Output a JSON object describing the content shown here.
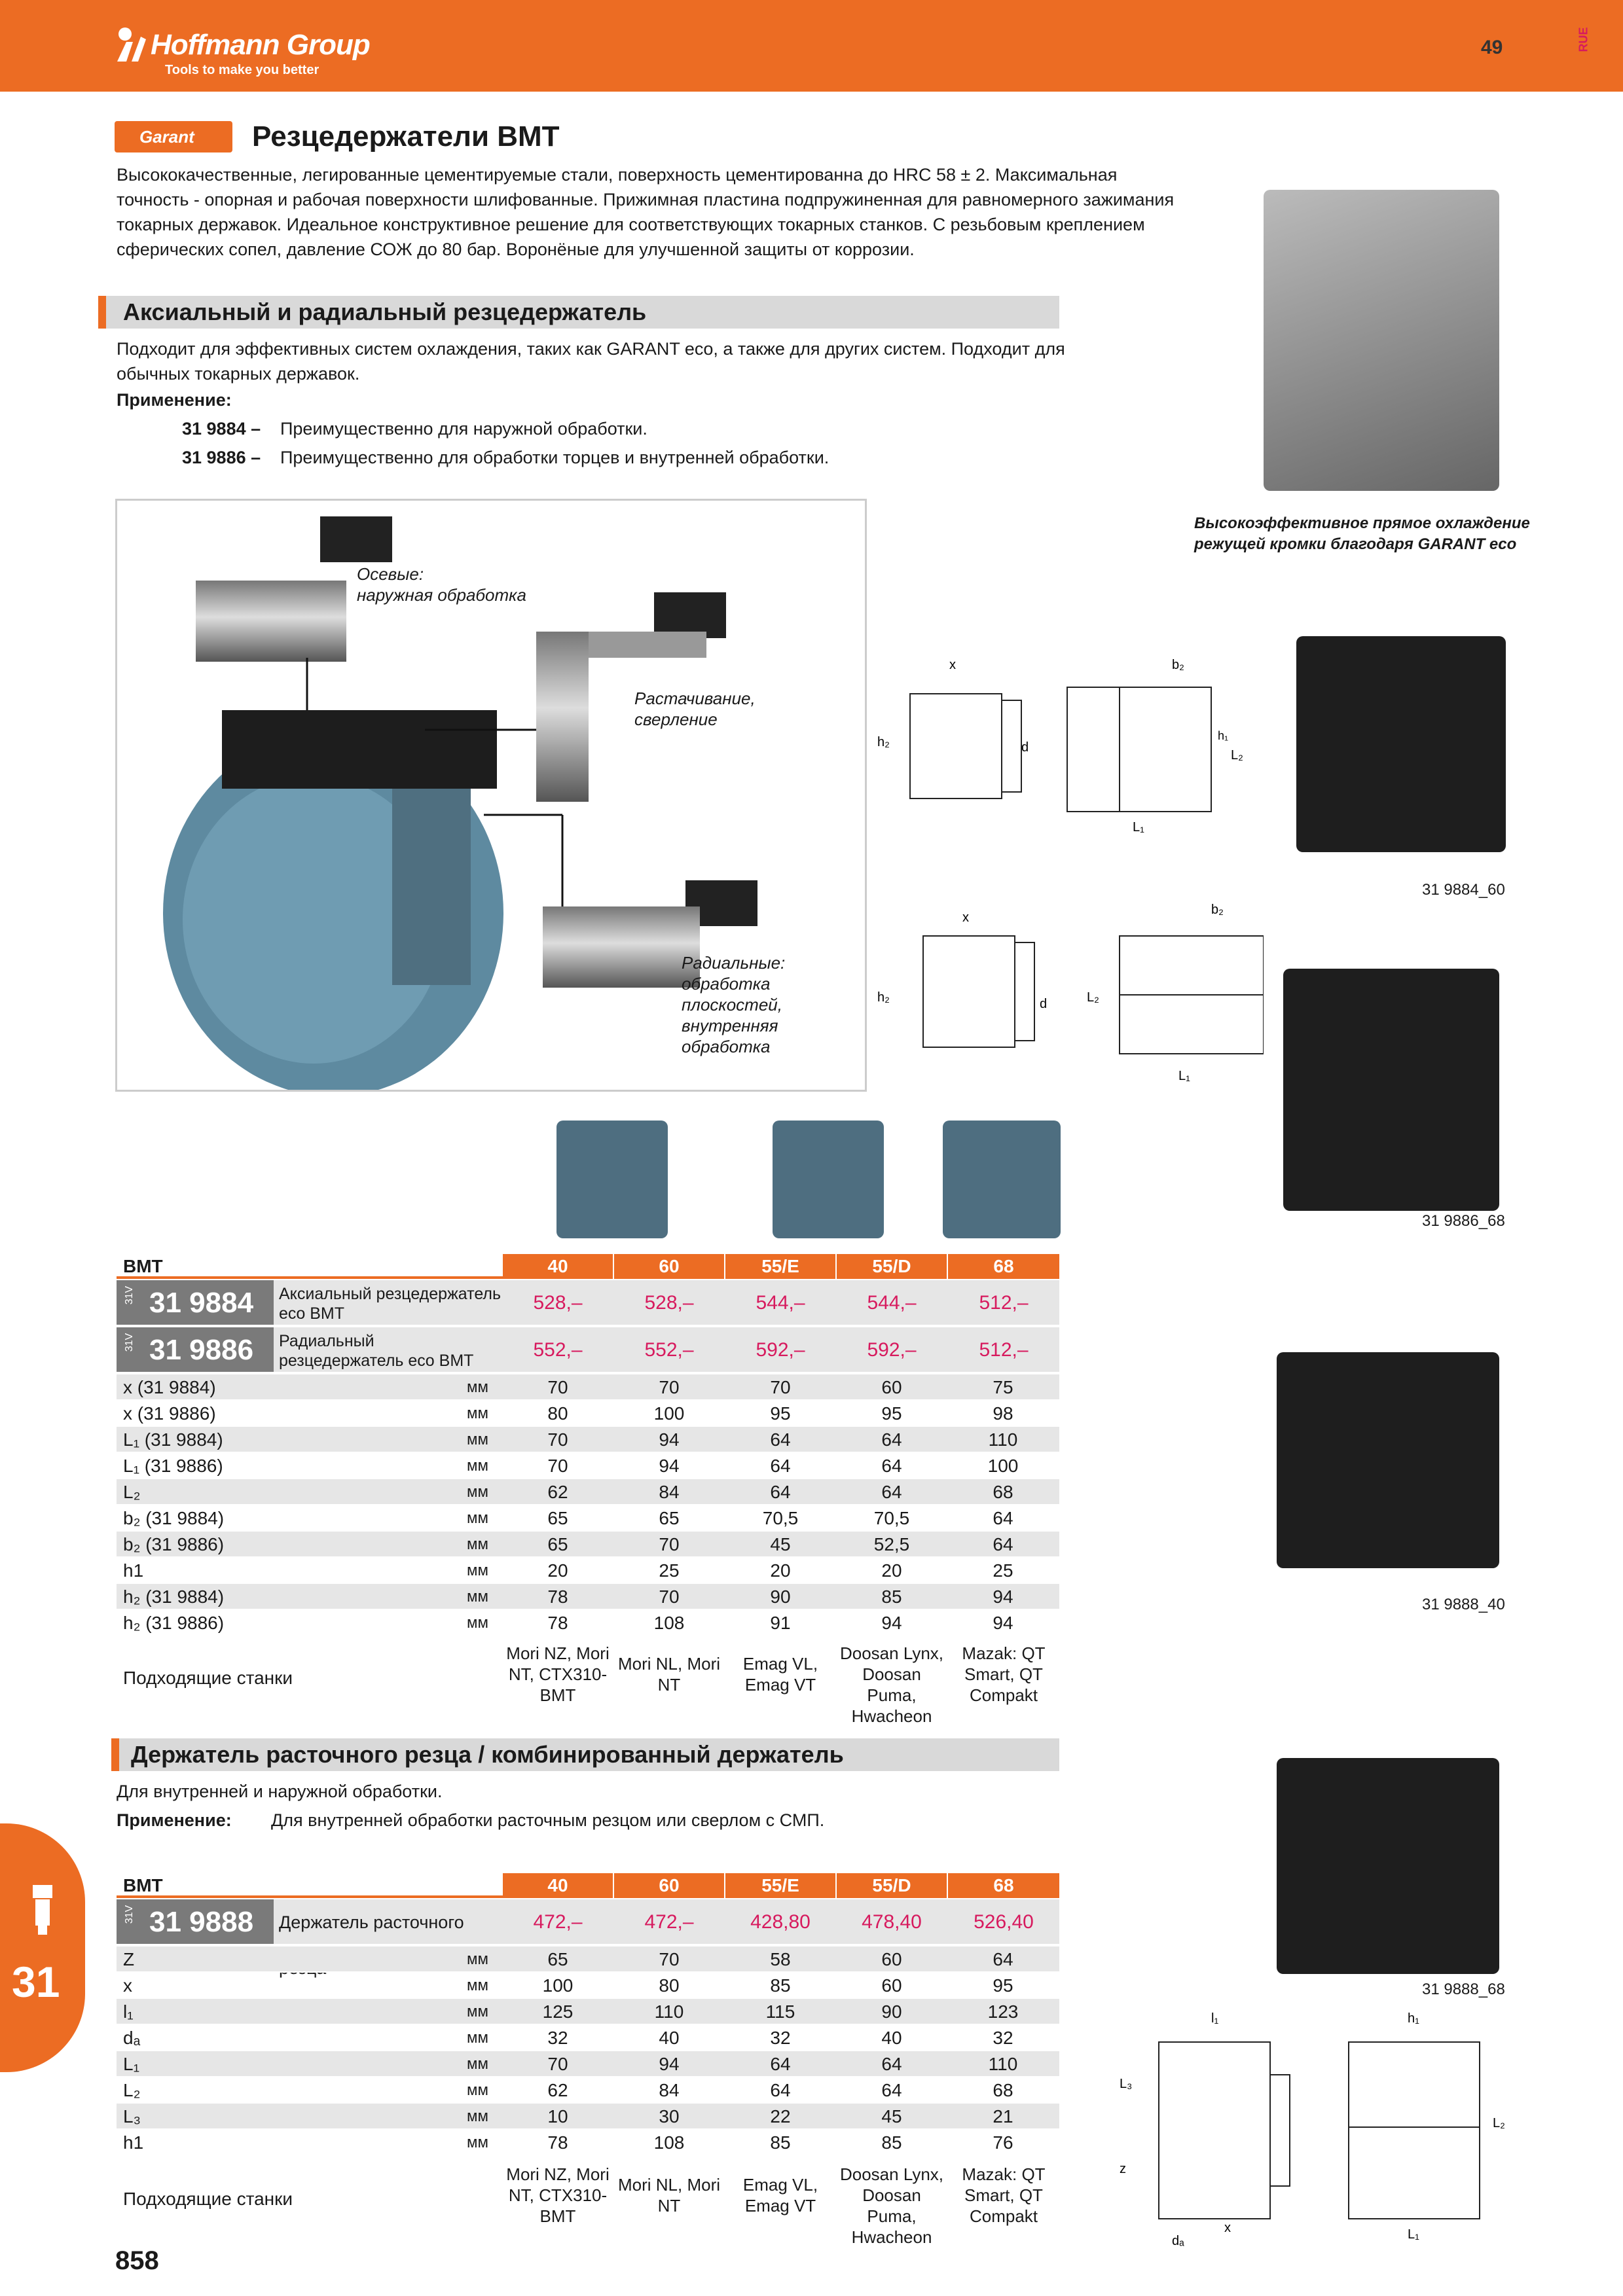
{
  "header": {
    "logo": "Hoffmann Group",
    "slogan": "Tools to make you better",
    "page_top": "49",
    "lang": "RUE"
  },
  "brand": "Garant",
  "title": "Резцедержатели BMT",
  "intro": "Высококачественные, легированные цементируемые стали, поверхность цементированна до HRC 58 ± 2. Максимальная точность - опорная и рабочая поверхности шлифованные. Прижимная пластина подпружиненная для равномерного зажимания токарных державок. Идеальное конструктивное решение для соответствующих токарных станков. С резьбовым креплением сферических сопел, давление СОЖ до 80 бар. Воронёные для улучшенной защиты от коррозии.",
  "section1": {
    "title": "Аксиальный и радиальный резцедержатель",
    "desc": "Подходит для эффективных систем охлаждения, таких как GARANT eco, а также для других систем. Подходит для обычных токарных державок.",
    "application_label": "Применение:",
    "apps": [
      {
        "code": "31 9884 –",
        "text": "Преимущественно для наружной обработки."
      },
      {
        "code": "31 9886 –",
        "text": "Преимущественно для обработки торцев и внутренней обработки."
      }
    ]
  },
  "illustration": {
    "label_axial": "Осевые:\nнаружная обработка",
    "label_boring": "Растачивание,\nсверление",
    "label_radial": "Радиальные:\nобработка\nплоскостей,\nвнутренняя\nобработка"
  },
  "cooling_caption": "Высокоэффективное прямое охлаждение режущей кромки благодаря GARANT eco",
  "photo_captions": [
    "31 9884_60",
    "31 9886_68",
    "31 9888_40",
    "31 9888_68"
  ],
  "dim_labels": {
    "x": "x",
    "b2": "b₂",
    "h1": "h₁",
    "h2": "h₂",
    "L1": "L₁",
    "L2": "L₂",
    "d": "d",
    "l1": "l₁",
    "L3": "L₃",
    "z": "z",
    "da": "dₐ"
  },
  "table1": {
    "corner": "BMT",
    "sizes": [
      "40",
      "60",
      "55/E",
      "55/D",
      "68"
    ],
    "articles": [
      {
        "prefix": "31V",
        "code": "31 9884",
        "name": "Аксиальный резцедержатель eco BMT",
        "prices": [
          "528,–",
          "528,–",
          "544,–",
          "544,–",
          "512,–"
        ]
      },
      {
        "prefix": "31V",
        "code": "31 9886",
        "name": "Радиальный резцедержатель eco BMT",
        "prices": [
          "552,–",
          "552,–",
          "592,–",
          "592,–",
          "512,–"
        ]
      }
    ],
    "unit": "мм",
    "rows": [
      {
        "label": "x (31 9884)",
        "values": [
          "70",
          "70",
          "70",
          "60",
          "75"
        ]
      },
      {
        "label": "x (31 9886)",
        "values": [
          "80",
          "100",
          "95",
          "95",
          "98"
        ]
      },
      {
        "label": "L₁ (31 9884)",
        "values": [
          "70",
          "94",
          "64",
          "64",
          "110"
        ]
      },
      {
        "label": "L₁ (31 9886)",
        "values": [
          "70",
          "94",
          "64",
          "64",
          "100"
        ]
      },
      {
        "label": "L₂",
        "values": [
          "62",
          "84",
          "64",
          "64",
          "68"
        ]
      },
      {
        "label": "b₂ (31 9884)",
        "values": [
          "65",
          "65",
          "70,5",
          "70,5",
          "64"
        ]
      },
      {
        "label": "b₂ (31 9886)",
        "values": [
          "65",
          "70",
          "45",
          "52,5",
          "64"
        ]
      },
      {
        "label": "h1",
        "values": [
          "20",
          "25",
          "20",
          "20",
          "25"
        ]
      },
      {
        "label": "h₂ (31 9884)",
        "values": [
          "78",
          "70",
          "90",
          "85",
          "94"
        ]
      },
      {
        "label": "h₂ (31 9886)",
        "values": [
          "78",
          "108",
          "91",
          "94",
          "94"
        ]
      }
    ],
    "machines_label": "Подходящие станки",
    "machines": [
      "Mori NZ, Mori NT, CTX310-BMT",
      "Mori NL, Mori NT",
      "Emag VL, Emag VT",
      "Doosan Lynx, Doosan Puma, Hwacheon",
      "Mazak: QT Smart, QT Compakt"
    ]
  },
  "section2": {
    "title": "Держатель расточного резца / комбинированный держатель",
    "desc": "Для внутренней и наружной обработки.",
    "application_label": "Применение:",
    "application_text": "Для внутренней обработки расточным резцом или сверлом с СМП."
  },
  "table2": {
    "corner": "BMT",
    "sizes": [
      "40",
      "60",
      "55/E",
      "55/D",
      "68"
    ],
    "article": {
      "prefix": "31V",
      "code": "31 9888",
      "name": "Держатель расточного резца",
      "prices": [
        "472,–",
        "472,–",
        "428,80",
        "478,40",
        "526,40"
      ]
    },
    "unit": "мм",
    "rows": [
      {
        "label": "Z",
        "values": [
          "65",
          "70",
          "58",
          "60",
          "64"
        ]
      },
      {
        "label": "x",
        "values": [
          "100",
          "80",
          "85",
          "60",
          "95"
        ]
      },
      {
        "label": "l₁",
        "values": [
          "125",
          "110",
          "115",
          "90",
          "123"
        ]
      },
      {
        "label": "dₐ",
        "values": [
          "32",
          "40",
          "32",
          "40",
          "32"
        ]
      },
      {
        "label": "L₁",
        "values": [
          "70",
          "94",
          "64",
          "64",
          "110"
        ]
      },
      {
        "label": "L₂",
        "values": [
          "62",
          "84",
          "64",
          "64",
          "68"
        ]
      },
      {
        "label": "L₃",
        "values": [
          "10",
          "30",
          "22",
          "45",
          "21"
        ]
      },
      {
        "label": "h1",
        "values": [
          "78",
          "108",
          "85",
          "85",
          "76"
        ]
      }
    ],
    "machines_label": "Подходящие станки",
    "machines": [
      "Mori NZ, Mori NT, CTX310-BMT",
      "Mori NL, Mori NT",
      "Emag VL, Emag VT",
      "Doosan Lynx, Doosan Puma, Hwacheon",
      "Mazak: QT Smart, QT Compakt"
    ]
  },
  "side_tab": "31",
  "page_bottom": "858",
  "colors": {
    "accent": "#ec6c23",
    "price": "#d71a5e",
    "gray": "#e6e6e6"
  }
}
